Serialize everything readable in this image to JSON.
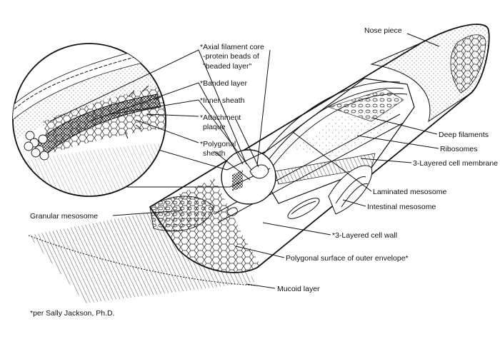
{
  "labels": {
    "nose_piece": "Nose piece",
    "axial_core_1": "*Axial filament core",
    "axial_core_2": "-protein beads of",
    "axial_core_3": "\"beaded layer\"",
    "banded_layer": "*Banded layer",
    "inner_sheath": "*Inner sheath",
    "attachment_1": "*Attachment",
    "attachment_2": "plaque",
    "polygonal_sheath_1": "*Polygonal",
    "polygonal_sheath_2": "sheath",
    "deep_filaments": "Deep filaments",
    "ribosomes": "Ribosomes",
    "cell_membrane": "3-Layered cell membrane",
    "laminated_mesosome": "Laminated mesosome",
    "intestinal_mesosome": "Intestinal mesosome",
    "granular_mesosome": "Granular mesosome",
    "cell_wall": "*3-Layered cell wall",
    "outer_envelope": "Polygonal surface of outer envelope*",
    "mucoid_layer": "Mucoid layer",
    "footnote": "*per Sally Jackson, Ph.D."
  }
}
